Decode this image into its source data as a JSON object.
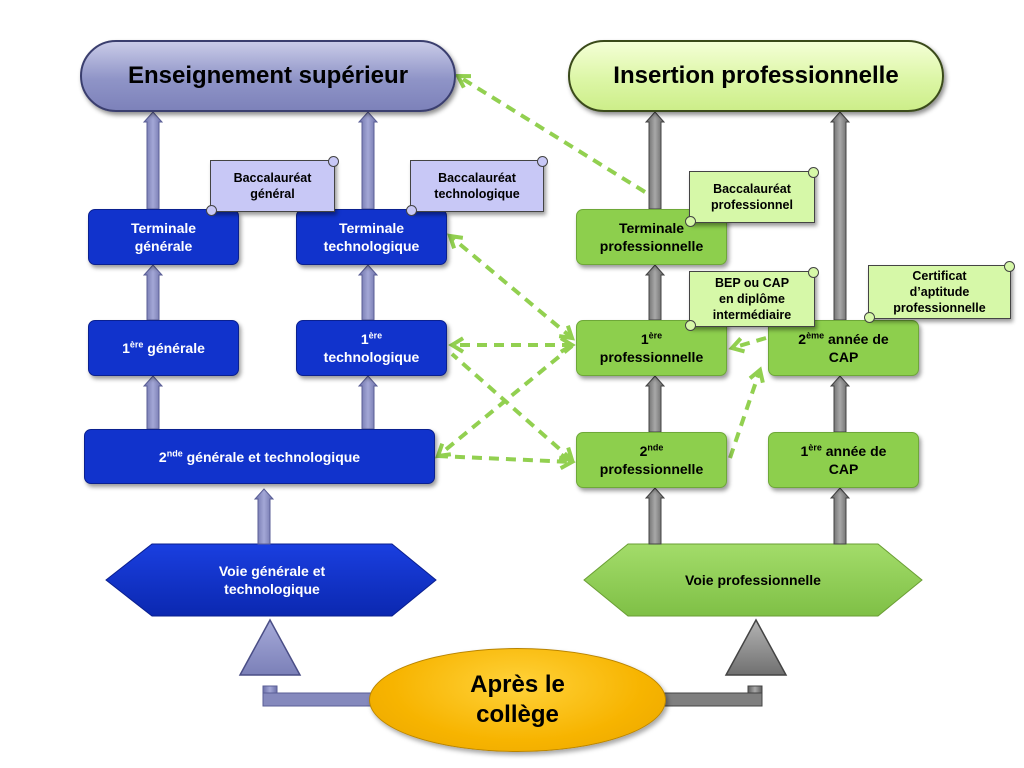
{
  "colors": {
    "blue_box": "#1133cc",
    "green_box": "#8dcf4d",
    "blue_arrow": "#8589bd",
    "gray_arrow": "#7f7f7f",
    "dashed_arrow": "#92d050",
    "oval": "#ffc000"
  },
  "top": {
    "left_title": "Enseignement supérieur",
    "right_title": "Insertion professionnelle"
  },
  "scrolls": {
    "bac_general": [
      "Baccalauréat",
      "général"
    ],
    "bac_techno": [
      "Baccalauréat",
      "technologique"
    ],
    "bac_pro": [
      "Baccalauréat",
      "professionnel"
    ],
    "bep_cap": [
      "BEP ou CAP",
      "en diplôme",
      "intermédiaire"
    ],
    "cap": [
      "Certificat",
      "d’aptitude",
      "professionnelle"
    ]
  },
  "boxes": {
    "terminale_generale": [
      "Terminale",
      "générale"
    ],
    "terminale_techno": [
      "Terminale",
      "technologique"
    ],
    "terminale_pro": [
      "Terminale",
      "professionnelle"
    ],
    "premiere_generale": {
      "num": "1",
      "sup": "ère",
      "rest": " générale"
    },
    "premiere_techno": {
      "num": "1",
      "sup": "ère",
      "line2": "technologique"
    },
    "premiere_pro": {
      "num": "1",
      "sup": "ère",
      "line2": "professionnelle"
    },
    "deuxieme_annee_cap": {
      "num": "2",
      "sup": "ème",
      "rest": " année de",
      "line2": "CAP"
    },
    "seconde_gt": {
      "num": "2",
      "sup": "nde",
      "rest": " générale et technologique"
    },
    "seconde_pro": {
      "num": "2",
      "sup": "nde",
      "line2": "professionnelle"
    },
    "premiere_annee_cap": {
      "num": "1",
      "sup": "ère",
      "rest": " année de",
      "line2": "CAP"
    }
  },
  "voies": {
    "generale": [
      "Voie générale et",
      "technologique"
    ],
    "pro": "Voie professionnelle"
  },
  "bottom": {
    "apres_college": [
      "Après le",
      "collège"
    ]
  }
}
